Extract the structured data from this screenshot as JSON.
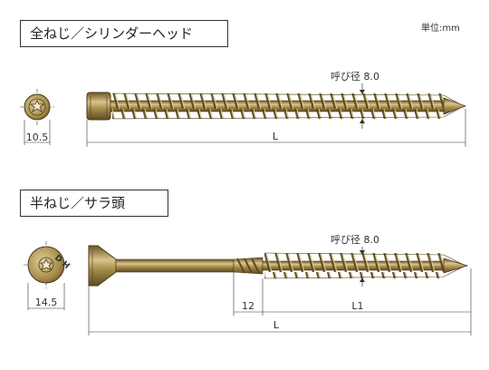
{
  "unit_label": "単位:mm",
  "colors": {
    "screw_body": "#a58c4c",
    "screw_dark": "#6b5626",
    "screw_light": "#d9c48a",
    "dim_line": "#333333"
  },
  "section1": {
    "title": "全ねじ／シリンダーヘッド",
    "head_diameter": "10.5",
    "nominal_label": "呼び径 8.0",
    "length_label": "L"
  },
  "section2": {
    "title": "半ねじ／サラ頭",
    "head_diameter": "14.5",
    "head_mark": "D H",
    "nominal_label": "呼び径 8.0",
    "shank_length": "12",
    "thread_length_label": "L1",
    "length_label": "L"
  }
}
